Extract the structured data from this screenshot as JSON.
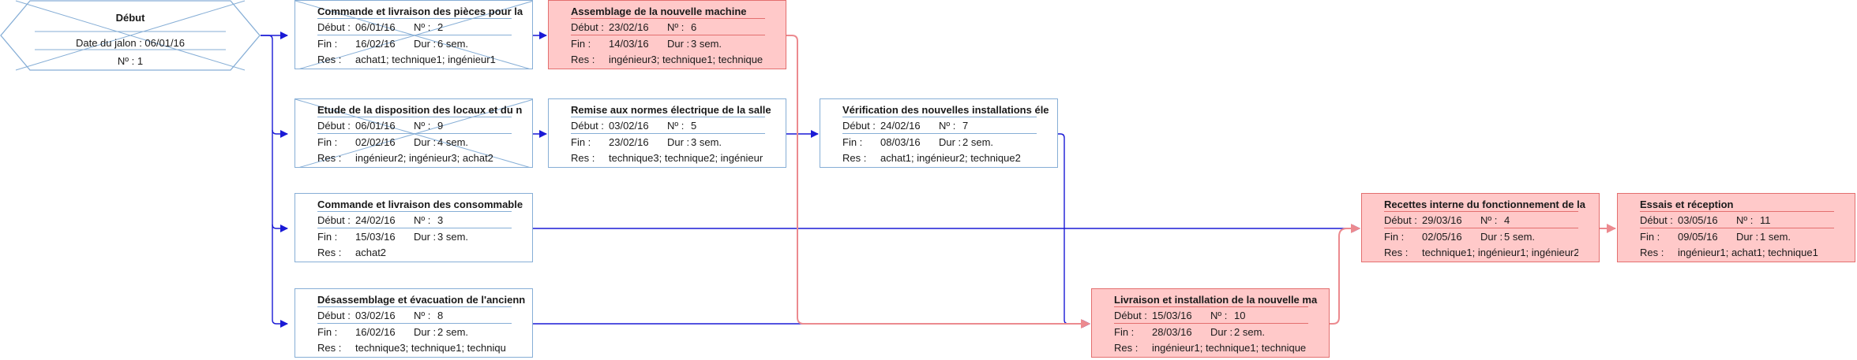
{
  "labels": {
    "start": "Début :",
    "finish": "Fin :",
    "num": "Nº :",
    "dur": "Dur :",
    "res": "Res :"
  },
  "milestone": {
    "title": "Début",
    "date_line": "Date du jalon : 06/01/16",
    "num_line": "Nº : 1"
  },
  "tasks": [
    {
      "id": "t2",
      "critical": false,
      "crossed": true,
      "title": "Commande et livraison des pièces pour la",
      "start": "06/01/16",
      "num": "2",
      "finish": "16/02/16",
      "dur": "6 sem.",
      "res": "achat1; technique1; ingénieur1"
    },
    {
      "id": "t6",
      "critical": true,
      "crossed": false,
      "title": "Assemblage de la nouvelle machine",
      "start": "23/02/16",
      "num": "6",
      "finish": "14/03/16",
      "dur": "3 sem.",
      "res": "ingénieur3; technique1; technique"
    },
    {
      "id": "t9",
      "critical": false,
      "crossed": true,
      "title": "Etude de la disposition des locaux et du n",
      "start": "06/01/16",
      "num": "9",
      "finish": "02/02/16",
      "dur": "4 sem.",
      "res": "ingénieur2; ingénieur3; achat2"
    },
    {
      "id": "t5",
      "critical": false,
      "crossed": false,
      "title": "Remise aux normes électrique de la salle",
      "start": "03/02/16",
      "num": "5",
      "finish": "23/02/16",
      "dur": "3 sem.",
      "res": "technique3; technique2; ingénieur"
    },
    {
      "id": "t7",
      "critical": false,
      "crossed": false,
      "title": "Vérification des nouvelles installations éle",
      "start": "24/02/16",
      "num": "7",
      "finish": "08/03/16",
      "dur": "2 sem.",
      "res": "achat1; ingénieur2; technique2"
    },
    {
      "id": "t3",
      "critical": false,
      "crossed": false,
      "title": "Commande et livraison des consommable",
      "start": "24/02/16",
      "num": "3",
      "finish": "15/03/16",
      "dur": "3 sem.",
      "res": "achat2"
    },
    {
      "id": "t4",
      "critical": true,
      "crossed": false,
      "title": "Recettes interne du fonctionnement de la",
      "start": "29/03/16",
      "num": "4",
      "finish": "02/05/16",
      "dur": "5 sem.",
      "res": "technique1; ingénieur1; ingénieur2"
    },
    {
      "id": "t11",
      "critical": true,
      "crossed": false,
      "title": "Essais et réception",
      "start": "03/05/16",
      "num": "11",
      "finish": "09/05/16",
      "dur": "1 sem.",
      "res": "ingénieur1; achat1; technique1"
    },
    {
      "id": "t8",
      "critical": false,
      "crossed": false,
      "title": "Désassemblage et évacuation de l'ancienn",
      "start": "03/02/16",
      "num": "8",
      "finish": "16/02/16",
      "dur": "2 sem.",
      "res": "technique3; technique1; techniqu"
    },
    {
      "id": "t10",
      "critical": true,
      "crossed": false,
      "title": "Livraison et installation de la nouvelle ma",
      "start": "15/03/16",
      "num": "10",
      "finish": "28/03/16",
      "dur": "2 sem.",
      "res": "ingénieur1; technique1; technique"
    }
  ],
  "colors": {
    "normal_link": "#1a1ad6",
    "critical_link": "#ec8a8f",
    "normal_border": "#86aed6",
    "critical_fill": "#ffc9c9",
    "critical_border": "#e36f6f"
  }
}
